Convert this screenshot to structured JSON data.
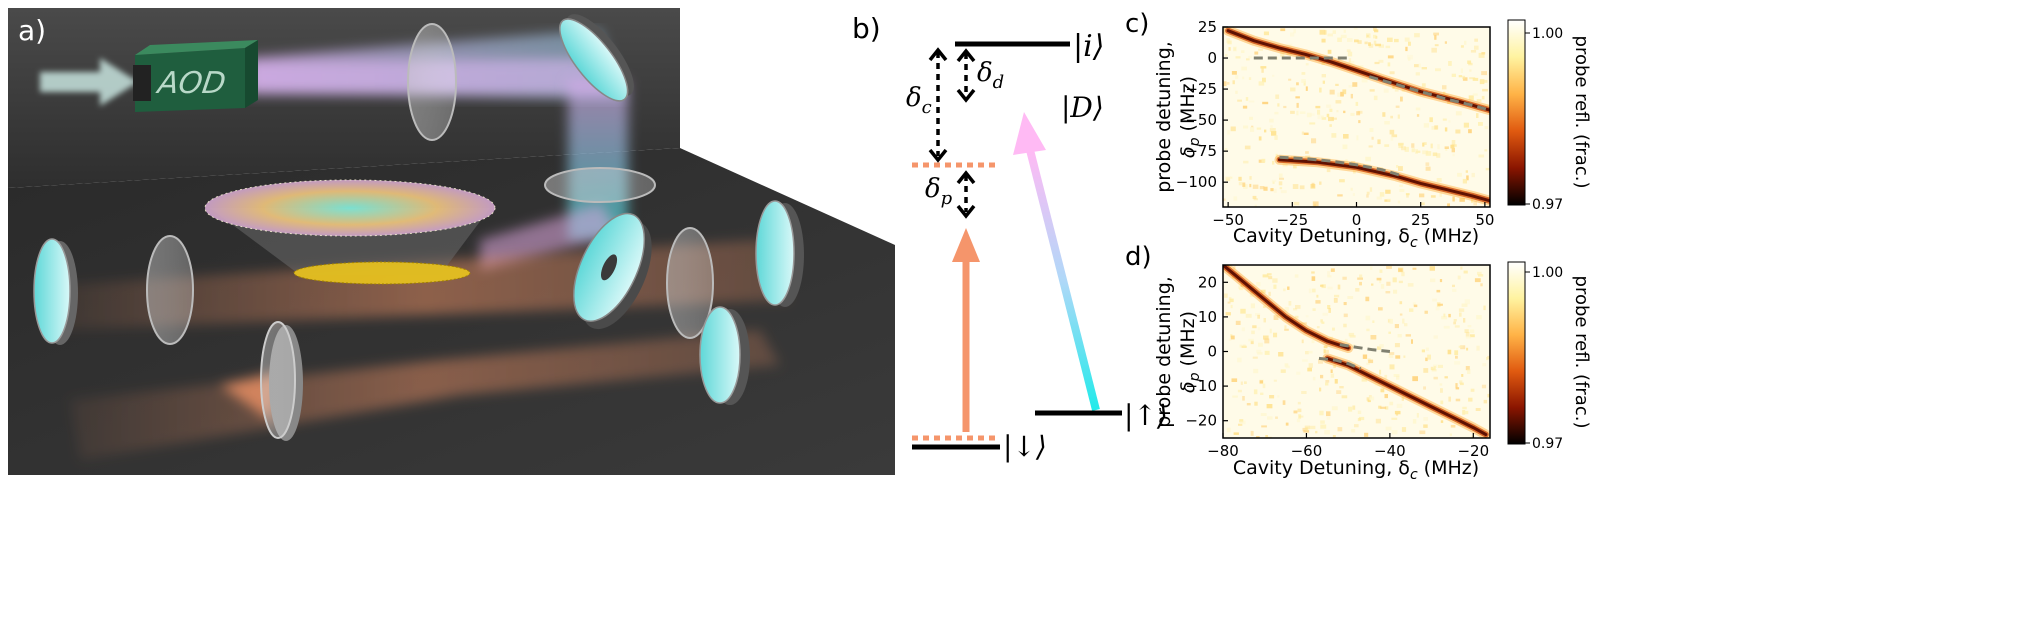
{
  "panels": {
    "a": {
      "label": "a)",
      "aod_text": "AOD"
    },
    "b": {
      "label": "b)",
      "levels": {
        "excited": "|i⟩",
        "dark": "|D⟩",
        "up": "|↑⟩",
        "down": "|↓⟩"
      },
      "detunings": {
        "delta_c": "δ",
        "delta_c_sub": "c",
        "delta_d": "δ",
        "delta_d_sub": "d",
        "delta_p": "δ",
        "delta_p_sub": "p"
      }
    },
    "c": {
      "label": "c)",
      "ylabel_line1": "probe detuning,",
      "ylabel_line2": "δ",
      "ylabel_sub": "p",
      "ylabel_unit": " (MHz)",
      "xlabel": "Cavity Detuning, δ",
      "xlabel_sub": "c",
      "xlabel_unit": " (MHz)",
      "xticks": [
        "−50",
        "−25",
        "0",
        "25",
        "50"
      ],
      "yticks": [
        "25",
        "0",
        "−25",
        "−50",
        "−75",
        "−100"
      ],
      "colorbar_label": "probe refl. (frac.)",
      "colorbar_ticks": [
        "1.00",
        "0.97"
      ]
    },
    "d": {
      "label": "d)",
      "ylabel_line1": "probe detuning,",
      "ylabel_line2": "δ",
      "ylabel_sub": "p",
      "ylabel_unit": " (MHz)",
      "xlabel": "Cavity Detuning, δ",
      "xlabel_sub": "c",
      "xlabel_unit": " (MHz)",
      "xticks": [
        "−80",
        "−60",
        "−40",
        "−20"
      ],
      "yticks": [
        "20",
        "10",
        "0",
        "−10",
        "−20"
      ],
      "colorbar_label": "probe refl. (frac.)",
      "colorbar_ticks": [
        "1.00",
        "0.97"
      ]
    }
  },
  "chart_data": [
    {
      "type": "heatmap",
      "panel": "c",
      "xlabel": "Cavity Detuning, δc (MHz)",
      "ylabel": "probe detuning, δp (MHz)",
      "xlim": [
        -52,
        52
      ],
      "ylim": [
        -120,
        25
      ],
      "xticks": [
        -50,
        -25,
        0,
        25,
        50
      ],
      "yticks": [
        25,
        0,
        -25,
        -50,
        -75,
        -100
      ],
      "colorbar_range": [
        0.97,
        1.0
      ],
      "colormap": "afmhot",
      "bright_features": [
        {
          "x": [
            -50,
            -40,
            -30,
            -20,
            -10,
            0,
            10,
            25,
            40,
            52
          ],
          "y": [
            22,
            14,
            8,
            3,
            -3,
            -10,
            -17,
            -27,
            -35,
            -42
          ]
        },
        {
          "x": [
            -30,
            -15,
            0,
            15,
            25,
            35,
            45,
            52
          ],
          "y": [
            -82,
            -84,
            -88,
            -95,
            -101,
            -106,
            -111,
            -115
          ]
        }
      ],
      "fit_curves": [
        {
          "x": [
            -40,
            -30,
            -20,
            -10,
            -3
          ],
          "y": [
            0,
            0,
            0,
            0,
            0
          ]
        },
        {
          "x": [
            5,
            15,
            25,
            35,
            45,
            52
          ],
          "y": [
            -15,
            -21,
            -27,
            -33,
            -38,
            -42
          ]
        },
        {
          "x": [
            -30,
            -20,
            -10,
            0,
            10,
            18
          ],
          "y": [
            -80,
            -81,
            -83,
            -86,
            -90,
            -95
          ]
        }
      ]
    },
    {
      "type": "heatmap",
      "panel": "d",
      "xlabel": "Cavity Detuning, δc (MHz)",
      "ylabel": "probe detuning, δp (MHz)",
      "xlim": [
        -80,
        -16
      ],
      "ylim": [
        -25,
        25
      ],
      "xticks": [
        -80,
        -60,
        -40,
        -20
      ],
      "yticks": [
        20,
        10,
        0,
        -10,
        -20
      ],
      "colorbar_range": [
        0.97,
        1.0
      ],
      "colormap": "afmhot",
      "bright_features": [
        {
          "x": [
            -80,
            -75,
            -70,
            -65,
            -60,
            -55,
            -50
          ],
          "y": [
            25,
            20,
            15,
            10,
            6,
            3,
            1
          ]
        },
        {
          "x": [
            -55,
            -50,
            -45,
            -40,
            -35,
            -30,
            -25,
            -20,
            -17
          ],
          "y": [
            -2,
            -4,
            -7,
            -10,
            -13,
            -16,
            -19,
            -22,
            -24
          ]
        }
      ],
      "fit_curves": [
        {
          "x": [
            -52,
            -48,
            -44,
            -40
          ],
          "y": [
            2,
            1.2,
            0.5,
            0
          ]
        },
        {
          "x": [
            -57,
            -53,
            -50,
            -47
          ],
          "y": [
            -2,
            -2.5,
            -3.5,
            -5
          ]
        }
      ]
    }
  ],
  "colors": {
    "probe_beam": "#f5956b",
    "drive_beam_top": "#ffb8f2",
    "drive_beam_bottom": "#2ee8e8",
    "dark_state_dotted": "#1f77b4",
    "fit_dashed": "#808070",
    "aod_green": "#2a6e4a"
  }
}
